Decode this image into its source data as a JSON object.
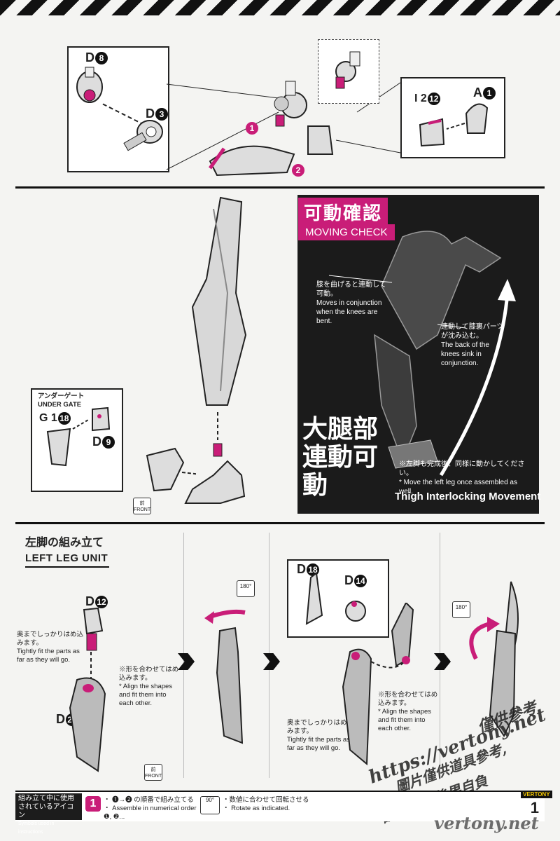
{
  "step1": {
    "labels": {
      "d8": "D",
      "d8n": "8",
      "d3": "D",
      "d3n": "3",
      "i12": "I 2",
      "i12n": "12",
      "a1": "A",
      "a1n": "1",
      "n1": "1",
      "n2": "2"
    }
  },
  "moving_check": {
    "title": "可動確認",
    "subtitle": "MOVING CHECK",
    "note1_jp": "膝を曲げると連動して可動。",
    "note1_en": "Moves in conjunction when the knees are bent.",
    "note2_jp": "連動して膝裏パーツが沈み込む。",
    "note2_en": "The back of the knees sink in conjunction.",
    "big_title": "大腿部連動可動",
    "big_en": "Thigh Interlocking Movement",
    "left_note_jp": "※左脚も完成後、同様に動かしてください。",
    "left_note_en": "* Move the left leg once assembled as well."
  },
  "step2": {
    "under_gate_jp": "アンダーゲート",
    "under_gate_en": "UNDER GATE",
    "g1": "G 1",
    "g1n": "18",
    "d9": "D",
    "d9n": "9",
    "front_jp": "前",
    "front_en": "FRONT"
  },
  "left_leg": {
    "title_jp": "左脚の組み立て",
    "title_en": "LEFT LEG UNIT",
    "d12": "D",
    "d12n": "12",
    "d20": "D",
    "d20n": "20",
    "d18": "D",
    "d18n": "18",
    "d14": "D",
    "d14n": "14",
    "tight_jp": "奥までしっかりはめ込みます。",
    "tight_en": "Tightly fit the parts as far as they will go.",
    "align_jp": "※形を合わせてはめ込みます。",
    "align_en": "* Align the shapes and fit them into each other.",
    "rot": "180°",
    "front_jp": "前",
    "front_en": "FRONT"
  },
  "legend": {
    "box_jp": "組み立て中に使用されているアイコン",
    "box_en": "Symbols used in instructions",
    "order_icon": "1",
    "order_jp": "・ ❶→❷ の順番で組み立てる",
    "order_en": "・ Assemble in numerical order ❶, ❷...",
    "rot_icon": "90°",
    "rot_jp": "・数値に合わせて回転させる",
    "rot_en": "・ Rotate as indicated."
  },
  "watermarks": {
    "url": "https://vertony.net",
    "cn1": "僅供參考",
    "cn2": "圖片僅供道具參考,",
    "cn3": "翻印販售後果自負",
    "site": "vertony.net"
  },
  "page_number": "1",
  "brand_badge": "VERTONY"
}
